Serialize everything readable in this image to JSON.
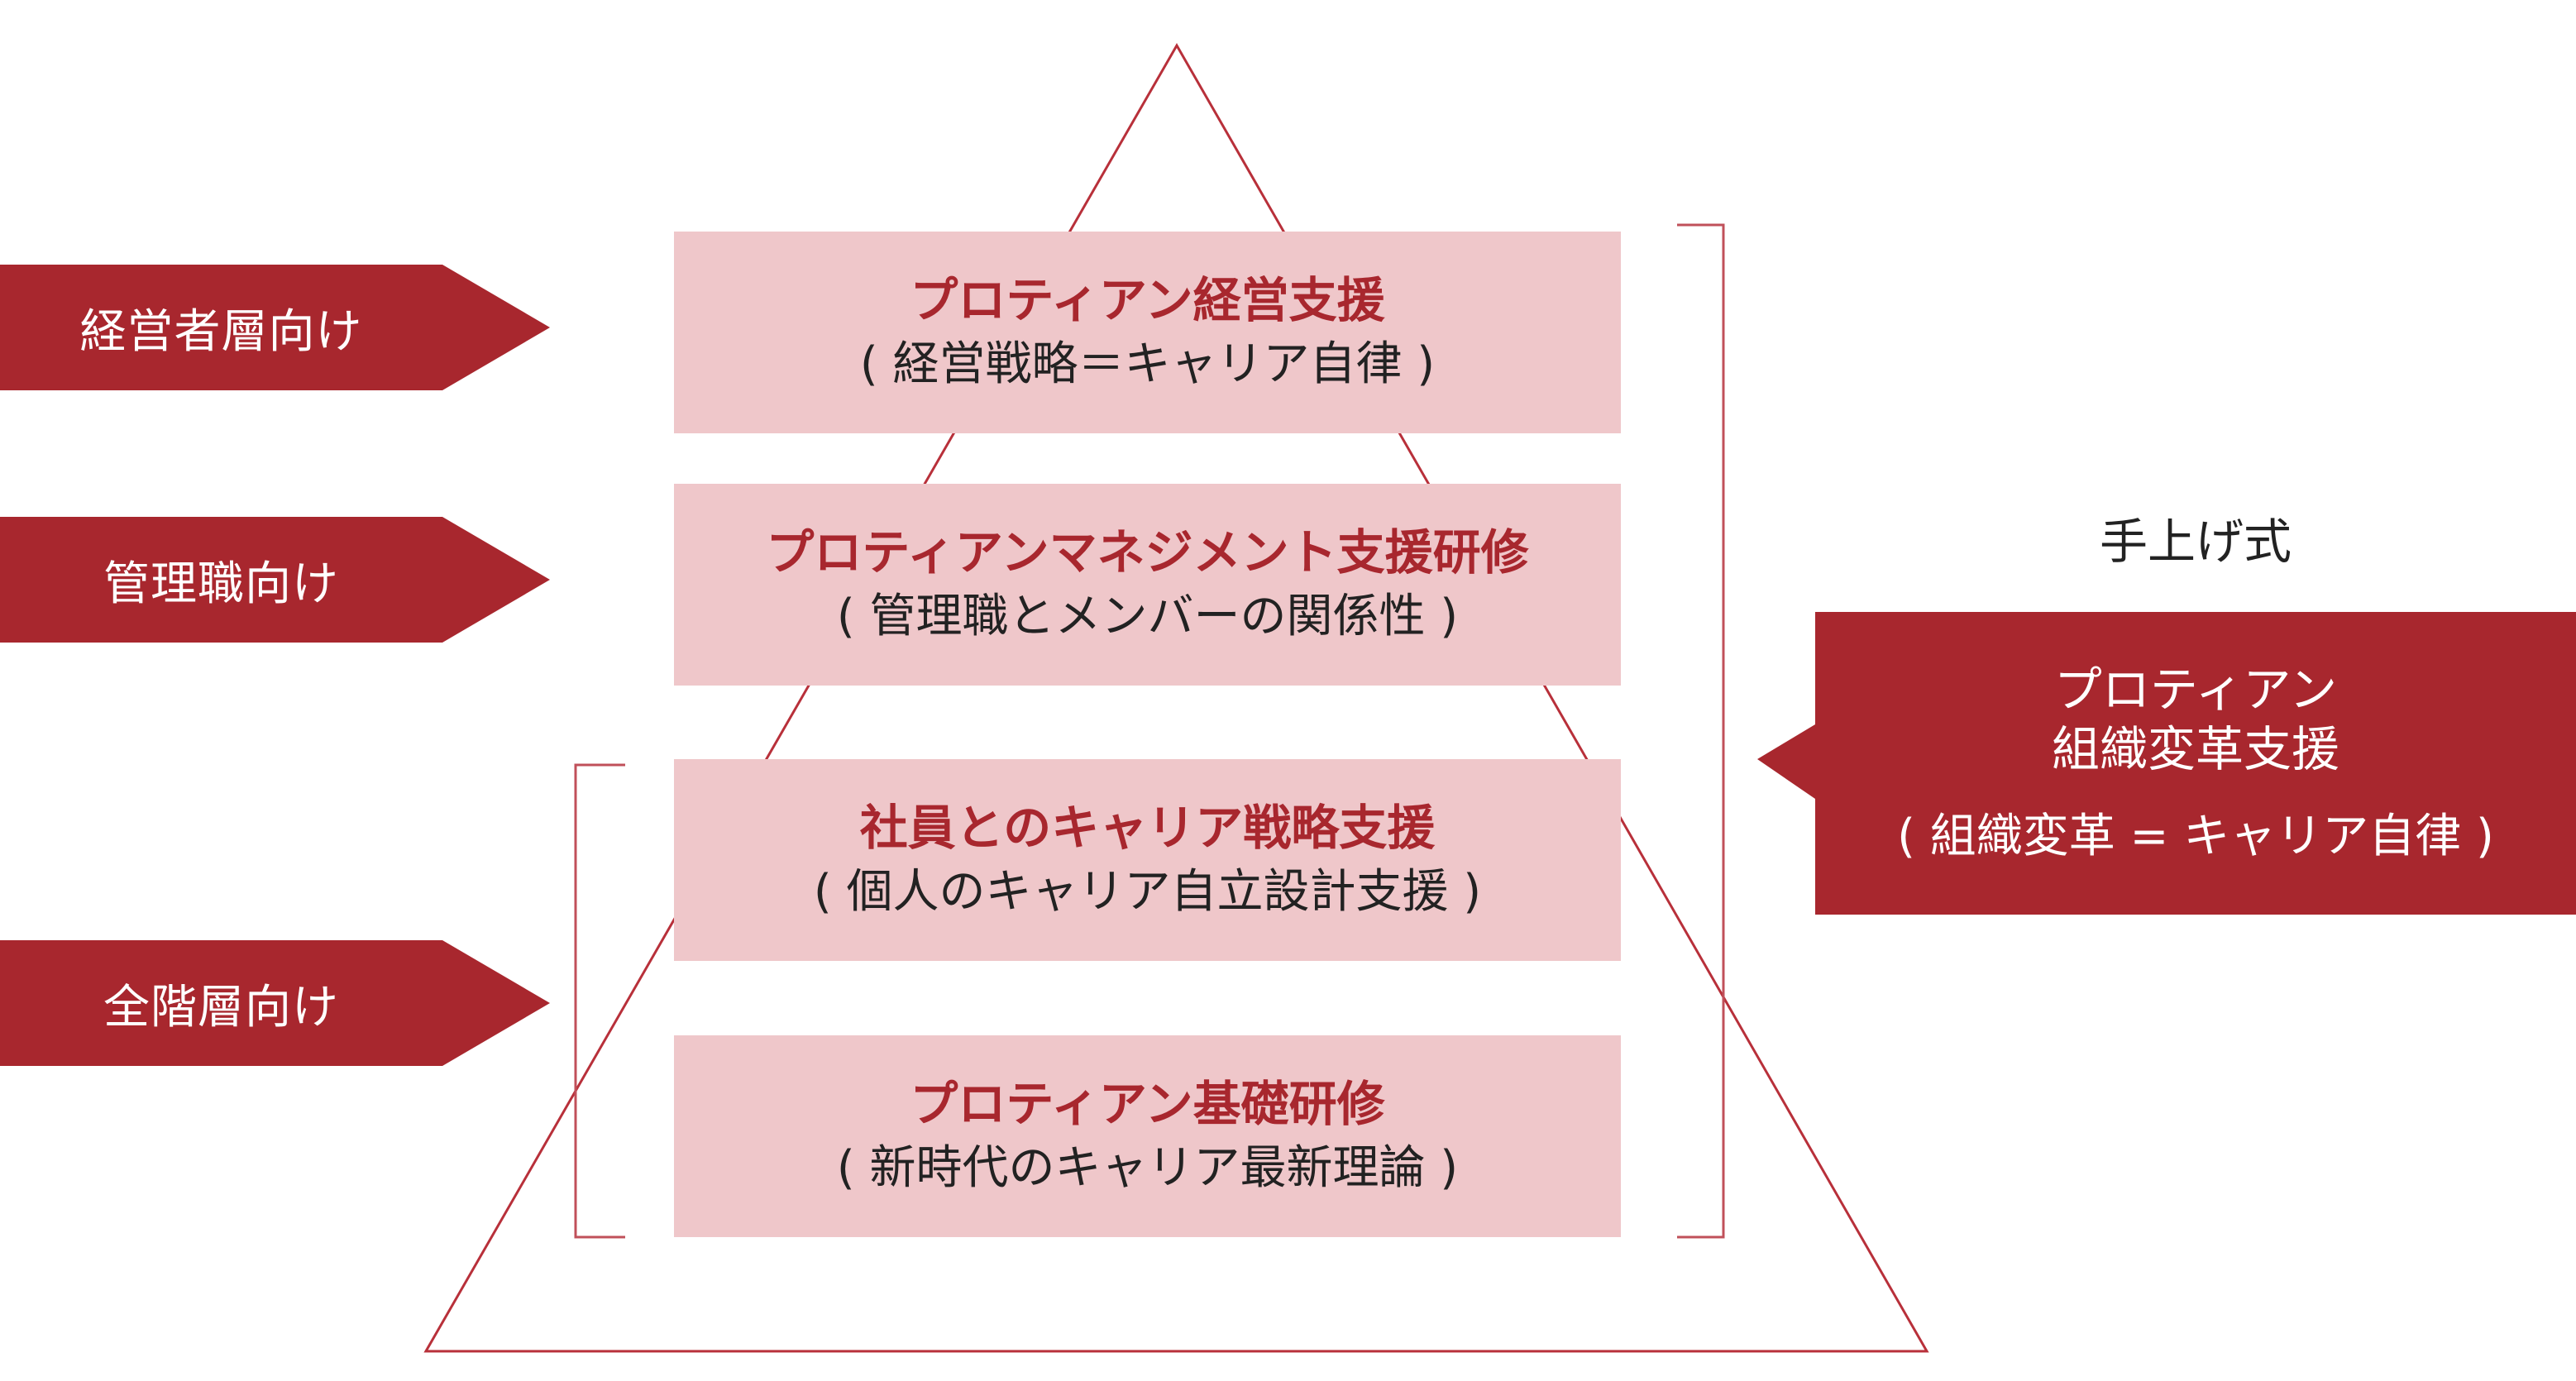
{
  "audience_tags": [
    {
      "label": "経営者層向け"
    },
    {
      "label": "管理職向け"
    },
    {
      "label": "全階層向け"
    }
  ],
  "tiers": [
    {
      "title": "プロティアン経営支援",
      "subtitle": "( 経営戦略＝キャリア自律 )"
    },
    {
      "title": "プロティアンマネジメント支援研修",
      "subtitle": "( 管理職とメンバーの関係性 )"
    },
    {
      "title": "社員とのキャリア戦略支援",
      "subtitle": "( 個人のキャリア自立設計支援 )"
    },
    {
      "title": "プロティアン基礎研修",
      "subtitle": "( 新時代のキャリア最新理論 )"
    }
  ],
  "callout": {
    "label": "手上げ式",
    "title_line1": "プロティアン",
    "title_line2": "組織変革支援",
    "subtitle": "( 組織変革 = キャリア自律 )"
  },
  "colors": {
    "accent": "#a8272e",
    "tier_fill": "#efc7ca",
    "line": "#b8303a",
    "bracket": "#c0505a"
  }
}
